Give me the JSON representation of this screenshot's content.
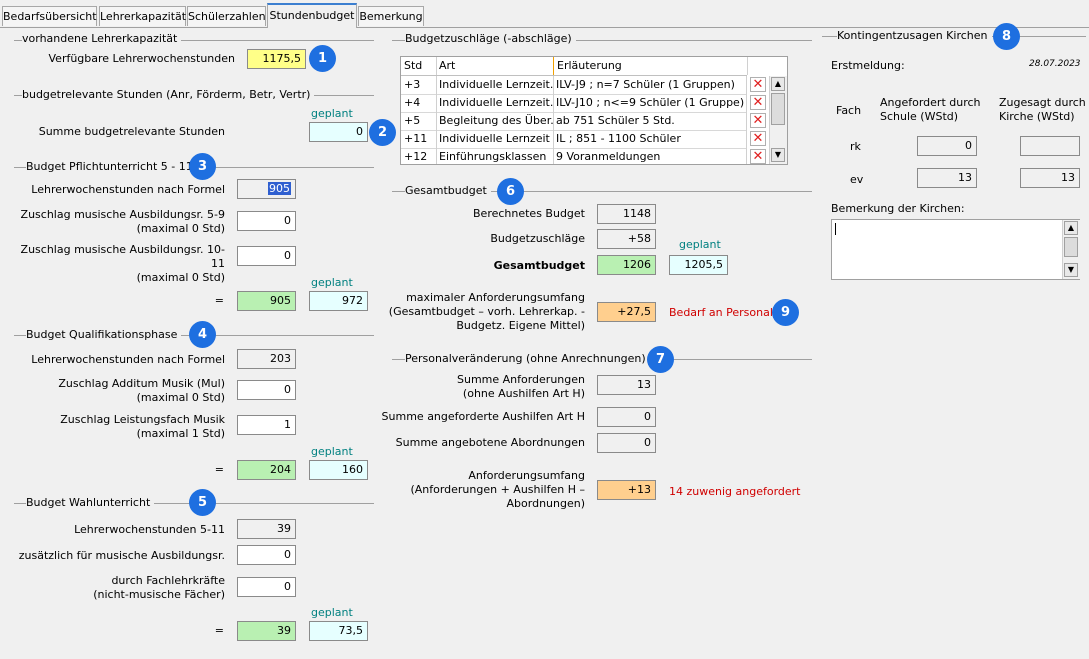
{
  "tabs": [
    "Bedarfsübersicht",
    "Lehrerkapazität",
    "Schülerzahlen",
    "Stundenbudget",
    "Bemerkung"
  ],
  "left": {
    "sec_kapazitaet": {
      "title": "vorhandene Lehrerkapazität",
      "label": "Verfügbare Lehrerwochenstunden",
      "value": "1175,5",
      "badge": "1"
    },
    "sec_budgetrelevant": {
      "title": "budgetrelevante Stunden (Anr, Förderm, Betr, Vertr)",
      "planned": "geplant",
      "label": "Summe budgetrelevante Stunden",
      "value": "0",
      "badge": "2"
    },
    "sec_pflicht": {
      "title": "Budget Pflichtunterricht 5 - 11",
      "badge": "3",
      "row1_label": "Lehrerwochenstunden nach Formel",
      "row1_value": "905",
      "row2_label": "Zuschlag musische Ausbildungsr. 5-9\n(maximal 0 Std)",
      "row2_value": "0",
      "row3_label": "Zuschlag musische Ausbildungsr. 10-11\n(maximal 0 Std)",
      "row3_value": "0",
      "planned": "geplant",
      "eq": "=",
      "sum": "905",
      "sum_planned": "972"
    },
    "sec_quali": {
      "title": "Budget Qualifikationsphase",
      "badge": "4",
      "row1_label": "Lehrerwochenstunden nach Formel",
      "row1_value": "203",
      "row2_label": "Zuschlag Additum Musik (Mul)\n(maximal 0 Std)",
      "row2_value": "0",
      "row3_label": "Zuschlag Leistungsfach Musik\n(maximal 1 Std)",
      "row3_value": "1",
      "planned": "geplant",
      "eq": "=",
      "sum": "204",
      "sum_planned": "160"
    },
    "sec_wahl": {
      "title": "Budget Wahlunterricht",
      "badge": "5",
      "row1_label": "Lehrerwochenstunden 5-11",
      "row1_value": "39",
      "row2_label": "zusätzlich für musische Ausbildungsr.",
      "row2_value": "0",
      "row3_label": "durch Fachlehrkräfte\n(nicht-musische Fächer)",
      "row3_value": "0",
      "planned": "geplant",
      "eq": "=",
      "sum": "39",
      "sum_planned": "73,5"
    }
  },
  "middle": {
    "zuschlaege": {
      "title": "Budgetzuschläge (-abschläge)",
      "columns": [
        "Std",
        "Art",
        "Erläuterung"
      ],
      "rows": [
        {
          "std": "+3",
          "art": "Individuelle Lernzeit...",
          "erl": "ILV-J9 ;  n=7 Schüler (1 Gruppen)"
        },
        {
          "std": "+4",
          "art": "Individuelle Lernzeit...",
          "erl": "ILV-J10 ; n<=9 Schüler (1 Gruppe)"
        },
        {
          "std": "+5",
          "art": "Begleitung des Über...",
          "erl": "ab 751 Schüler 5 Std."
        },
        {
          "std": "+11",
          "art": "Individuelle Lernzeit",
          "erl": "IL ; 851 - 1100 Schüler"
        },
        {
          "std": "+12",
          "art": "Einführungsklassen",
          "erl": "9 Voranmeldungen"
        }
      ]
    },
    "gesamt": {
      "title": "Gesamtbudget",
      "badge": "6",
      "berechnet_label": "Berechnetes Budget",
      "berechnet_value": "1148",
      "zuschlaege_label": "Budgetzuschläge",
      "zuschlaege_value": "+58",
      "planned": "geplant",
      "gesamt_label": "Gesamtbudget",
      "gesamt_value": "1206",
      "gesamt_planned": "1205,5",
      "max_label": "maximaler Anforderungsumfang\n(Gesamtbudget – vorh. Lehrerkap. -\nBudgetz. Eigene Mittel)",
      "max_value": "+27,5",
      "max_note": "Bedarf an Personal",
      "badge9": "9"
    },
    "personal": {
      "title": "Personalveränderung (ohne Anrechnungen)",
      "badge": "7",
      "r1_label": "Summe Anforderungen\n(ohne Aushilfen Art H)",
      "r1_value": "13",
      "r2_label": "Summe angeforderte Aushilfen Art H",
      "r2_value": "0",
      "r3_label": "Summe angebotene Abordnungen",
      "r3_value": "0",
      "r4_label": "Anforderungsumfang\n(Anforderungen + Aushilfen H –\nAbordnungen)",
      "r4_value": "+13",
      "r4_note": "14 zuwenig angefordert"
    }
  },
  "right": {
    "title": "Kontingentzusagen Kirchen",
    "badge": "8",
    "erstmeldung_label": "Erstmeldung:",
    "erstmeldung_date": "28.07.2023",
    "col_fach": "Fach",
    "col_angefordert": "Angefordert durch\nSchule (WStd)",
    "col_zugesagt": "Zugesagt durch\nKirche (WStd)",
    "rows": [
      {
        "fach": "rk",
        "angefordert": "0",
        "zugesagt": ""
      },
      {
        "fach": "ev",
        "angefordert": "13",
        "zugesagt": "13"
      }
    ],
    "bemerkung_label": "Bemerkung der Kirchen:"
  }
}
